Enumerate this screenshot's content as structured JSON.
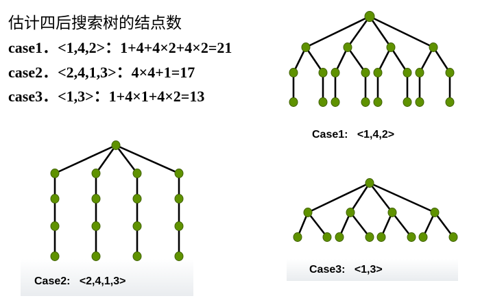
{
  "title": "估计四后搜索树的结点数",
  "lines": [
    "case1．<1,4,2>：1+4+4×2+4×2=21",
    "case2．<2,4,1,3>：4×4+1=17",
    "case3．<1,3>：1+4×1+4×2=13"
  ],
  "captions": {
    "case1": "Case1:   <1,4,2>",
    "case2": "Case2:   <2,4,1,3>",
    "case3": "Case3:   <1,3>"
  },
  "colors": {
    "node": "#5f9200",
    "node_stroke": "#3e5f00",
    "edge": "#000000"
  }
}
